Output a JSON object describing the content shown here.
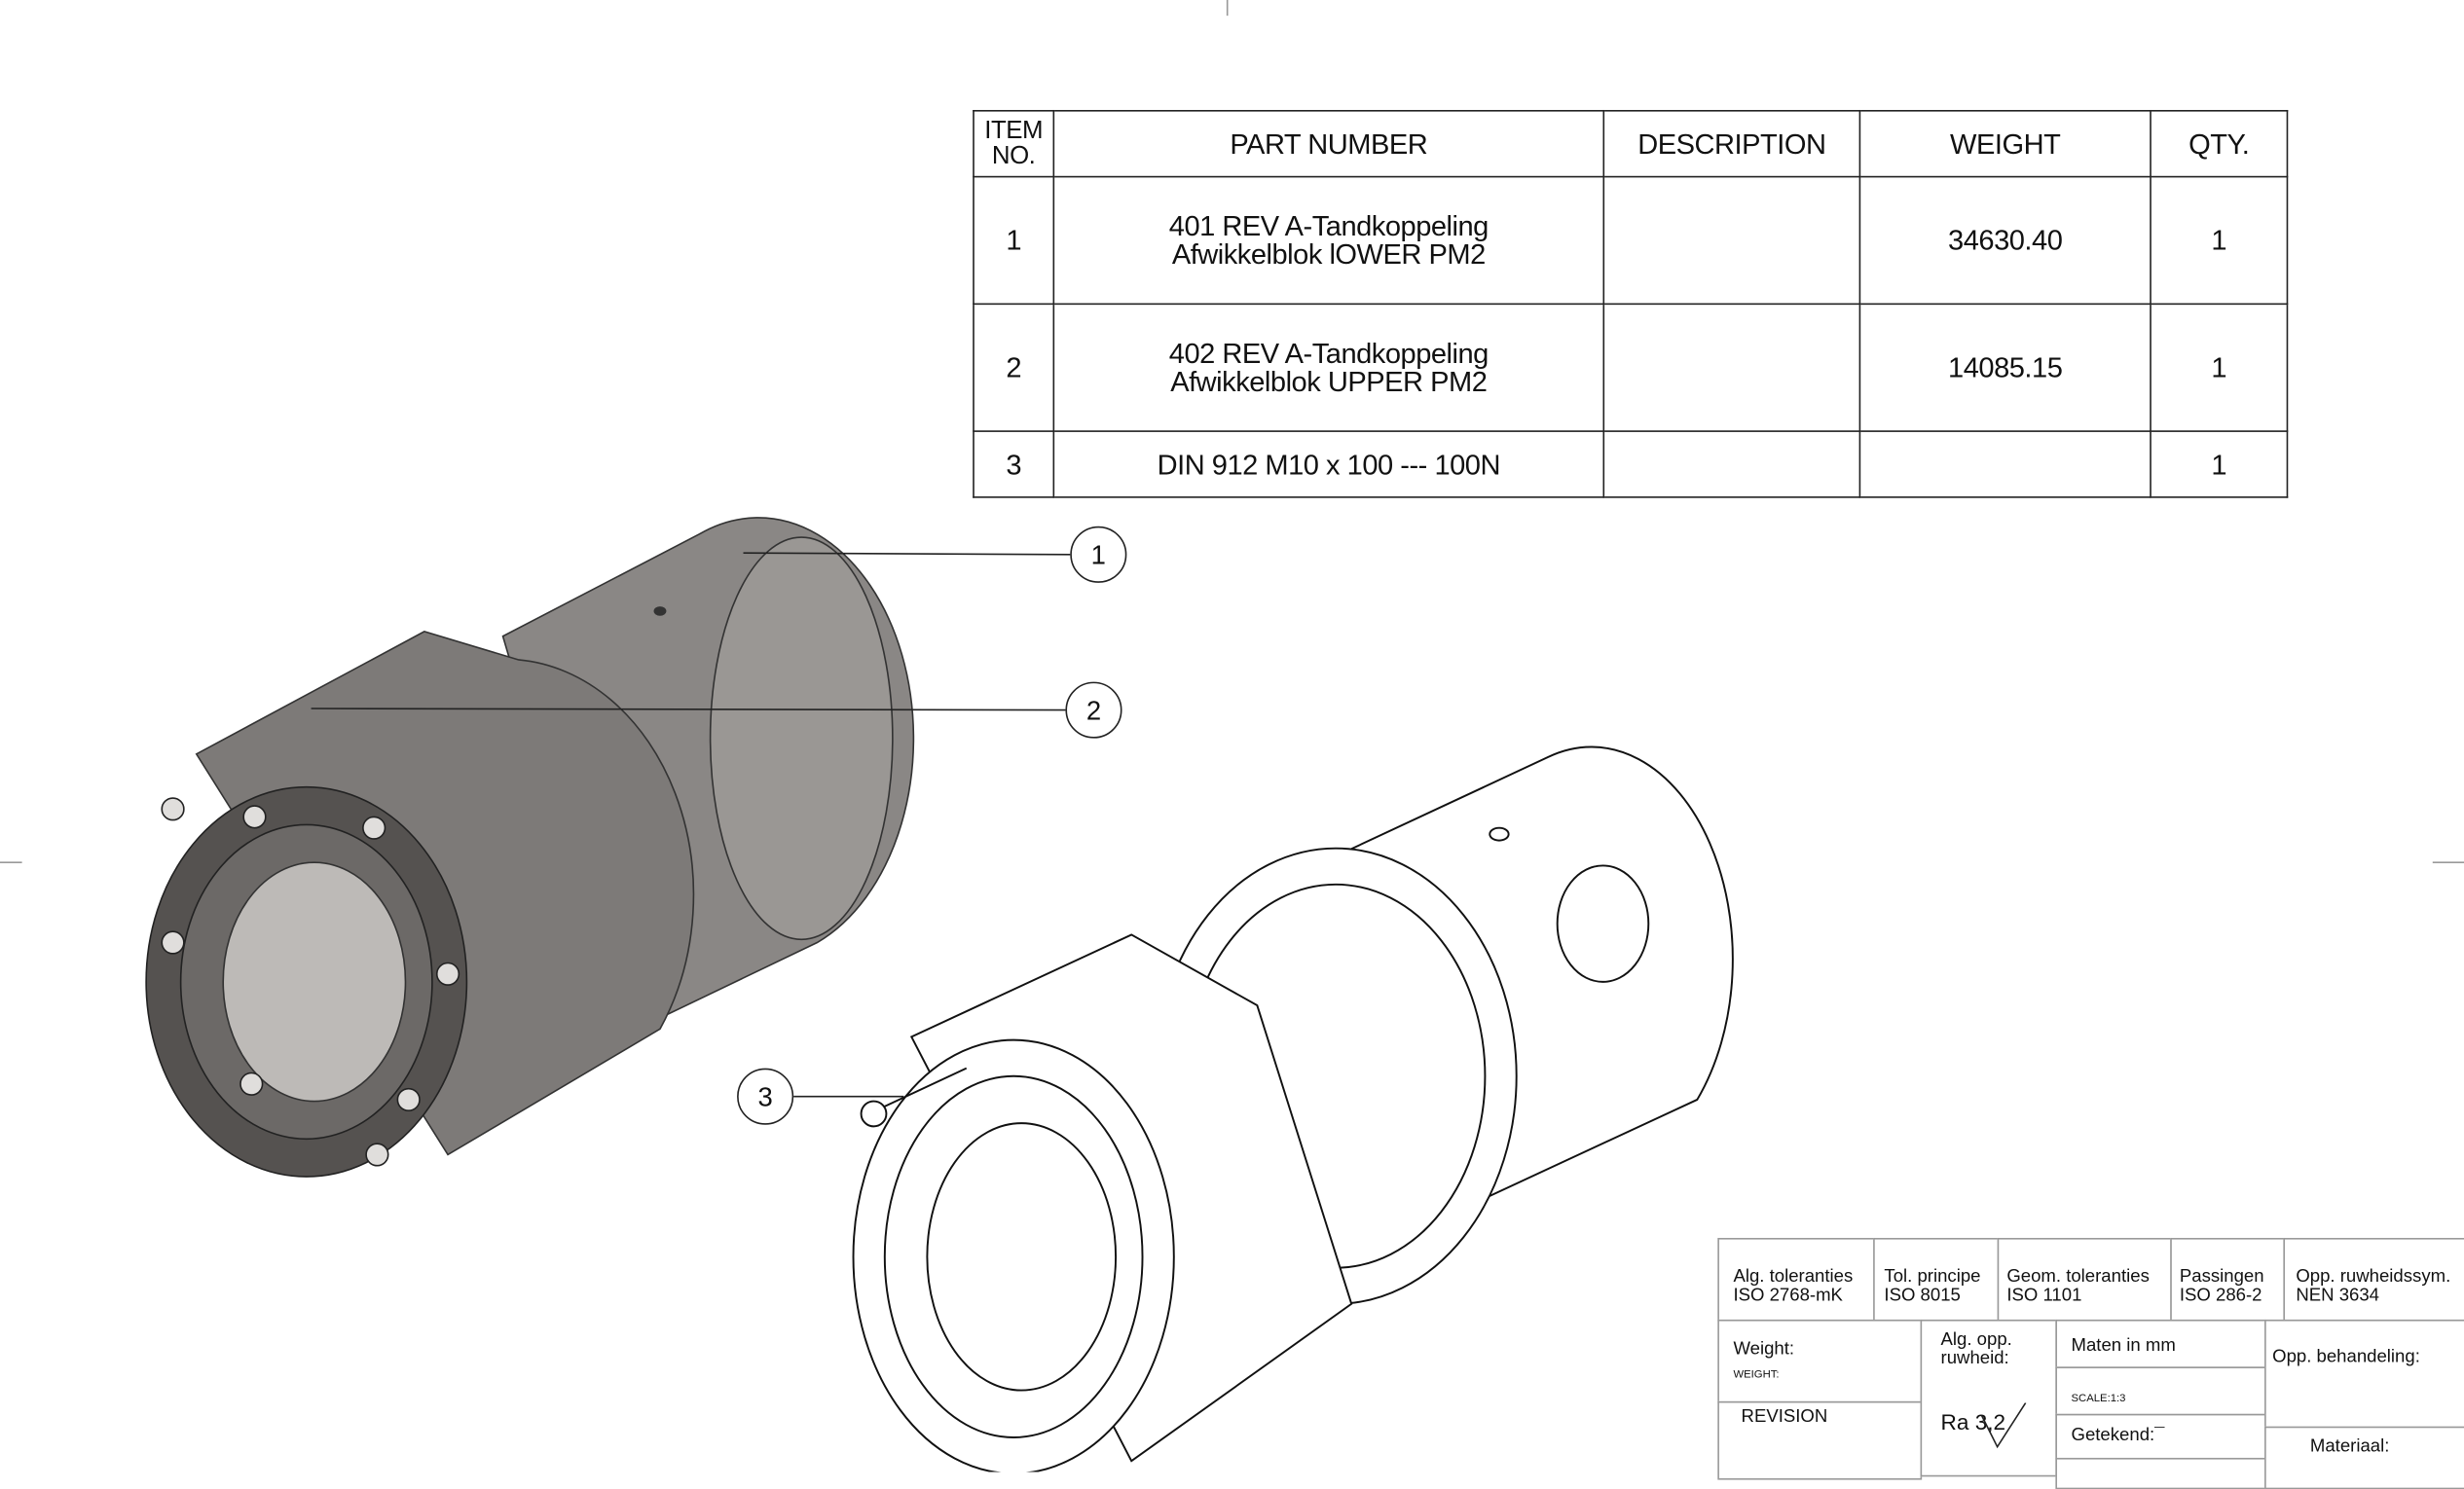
{
  "bom": {
    "headers": {
      "item_no": "ITEM NO.",
      "part_number": "PART NUMBER",
      "description": "DESCRIPTION",
      "weight": "WEIGHT",
      "qty": "QTY."
    },
    "rows": [
      {
        "item": "1",
        "part_line1": "401 REV A-Tandkoppeling",
        "part_line2": "Afwikkelblok lOWER PM2",
        "description": "",
        "weight": "34630.40",
        "qty": "1"
      },
      {
        "item": "2",
        "part_line1": "402 REV A-Tandkoppeling",
        "part_line2": "Afwikkelblok UPPER PM2",
        "description": "",
        "weight": "14085.15",
        "qty": "1"
      },
      {
        "item": "3",
        "part_line1": "DIN 912 M10 x 100 --- 100N",
        "part_line2": "",
        "description": "",
        "weight": "",
        "qty": "1"
      }
    ]
  },
  "balloons": [
    "1",
    "2",
    "3"
  ],
  "title_block": {
    "alg_tol": "Alg. toleranties",
    "alg_tol_val": "ISO 2768-mK",
    "tol_principe": "Tol. principe",
    "tol_principe_val": "ISO 8015",
    "geom_tol": "Geom. toleranties",
    "geom_tol_val": "ISO 1101",
    "passingen": "Passingen",
    "passingen_val": "ISO 286-2",
    "opp_sym": "Opp. ruwheidssym.",
    "opp_sym_val": "NEN 3634",
    "weight_label": "Weight:",
    "weight_small": "WEIGHT:",
    "revision": "REVISION",
    "alg_opp": "Alg. opp.",
    "alg_opp2": "ruwheid:",
    "ra": "Ra 3,2",
    "maten": "Maten in mm",
    "scale": "SCALE:1:3",
    "getekend": "Getekend:¯",
    "opp_behandeling": "Opp. behandeling:",
    "materiaal": "Materiaal:"
  }
}
